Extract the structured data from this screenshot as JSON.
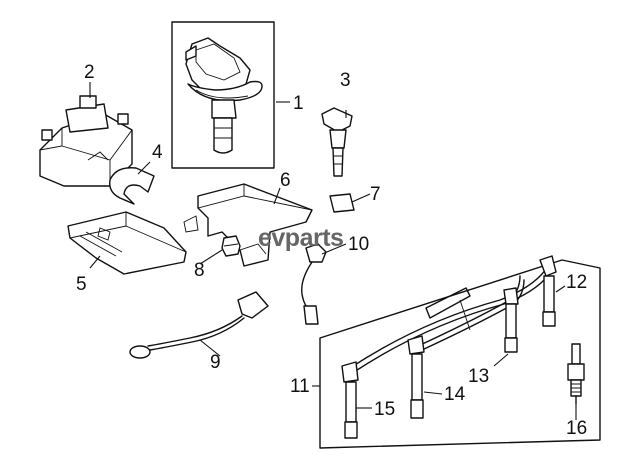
{
  "callouts": {
    "c1": "1",
    "c2": "2",
    "c3": "3",
    "c4": "4",
    "c5": "5",
    "c6": "6",
    "c7": "7",
    "c8": "8",
    "c9": "9",
    "c10": "10",
    "c11": "11",
    "c12": "12",
    "c13": "13",
    "c14": "14",
    "c15": "15",
    "c16": "16"
  },
  "watermark": {
    "text": "evparts"
  },
  "colors": {
    "line": "#111111",
    "background": "#ffffff",
    "watermark": "#666666"
  }
}
